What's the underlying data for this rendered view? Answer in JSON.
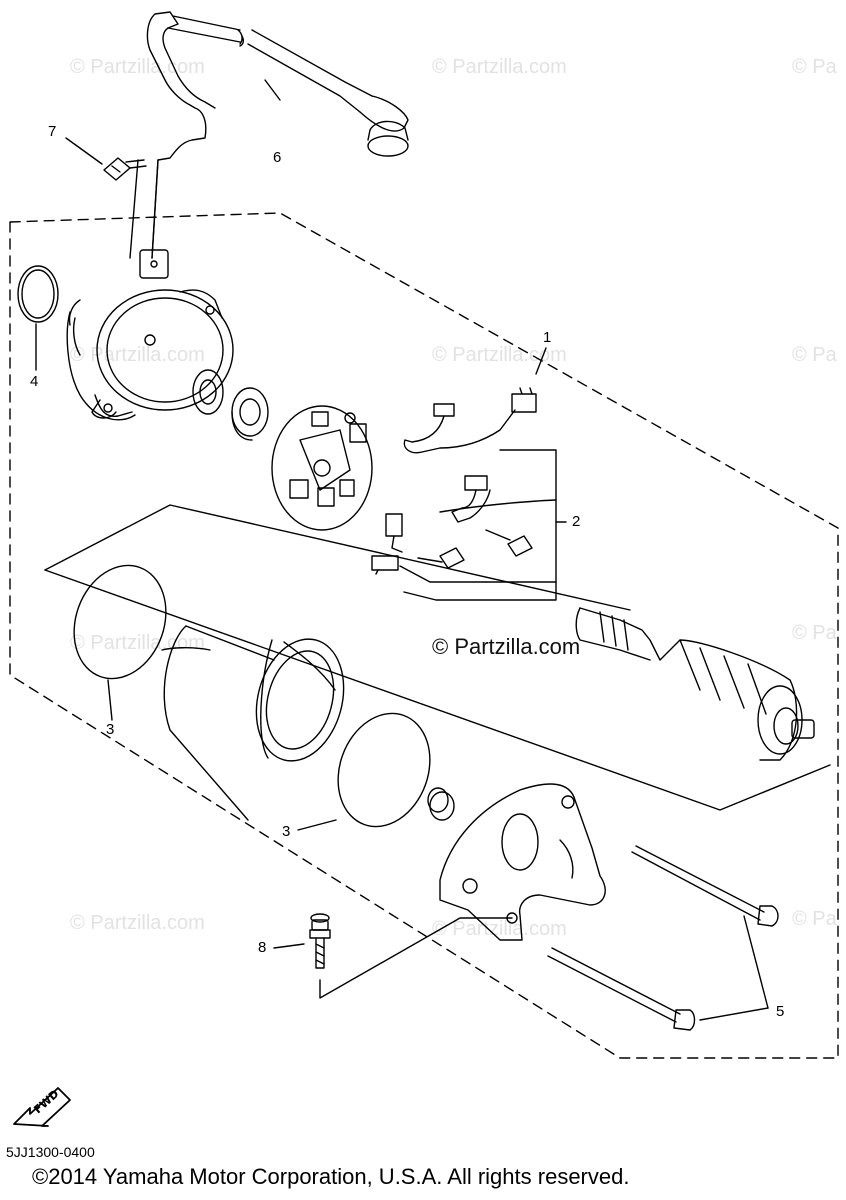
{
  "watermark": {
    "text": "© Partzilla.com",
    "partial": "© Pa",
    "main": "© Partzilla.com"
  },
  "callouts": [
    "1",
    "2",
    "3",
    "3",
    "4",
    "5",
    "6",
    "7",
    "8"
  ],
  "fwd_badge": "FWD",
  "diagram_code": "5JJ1300-0400",
  "copyright": "©2014 Yamaha Motor Corporation, U.S.A. All rights reserved.",
  "colors": {
    "ink": "#000000",
    "watermark": "#e2e2e2",
    "background": "#ffffff"
  },
  "icons": [
    "fwd-arrow-icon"
  ]
}
